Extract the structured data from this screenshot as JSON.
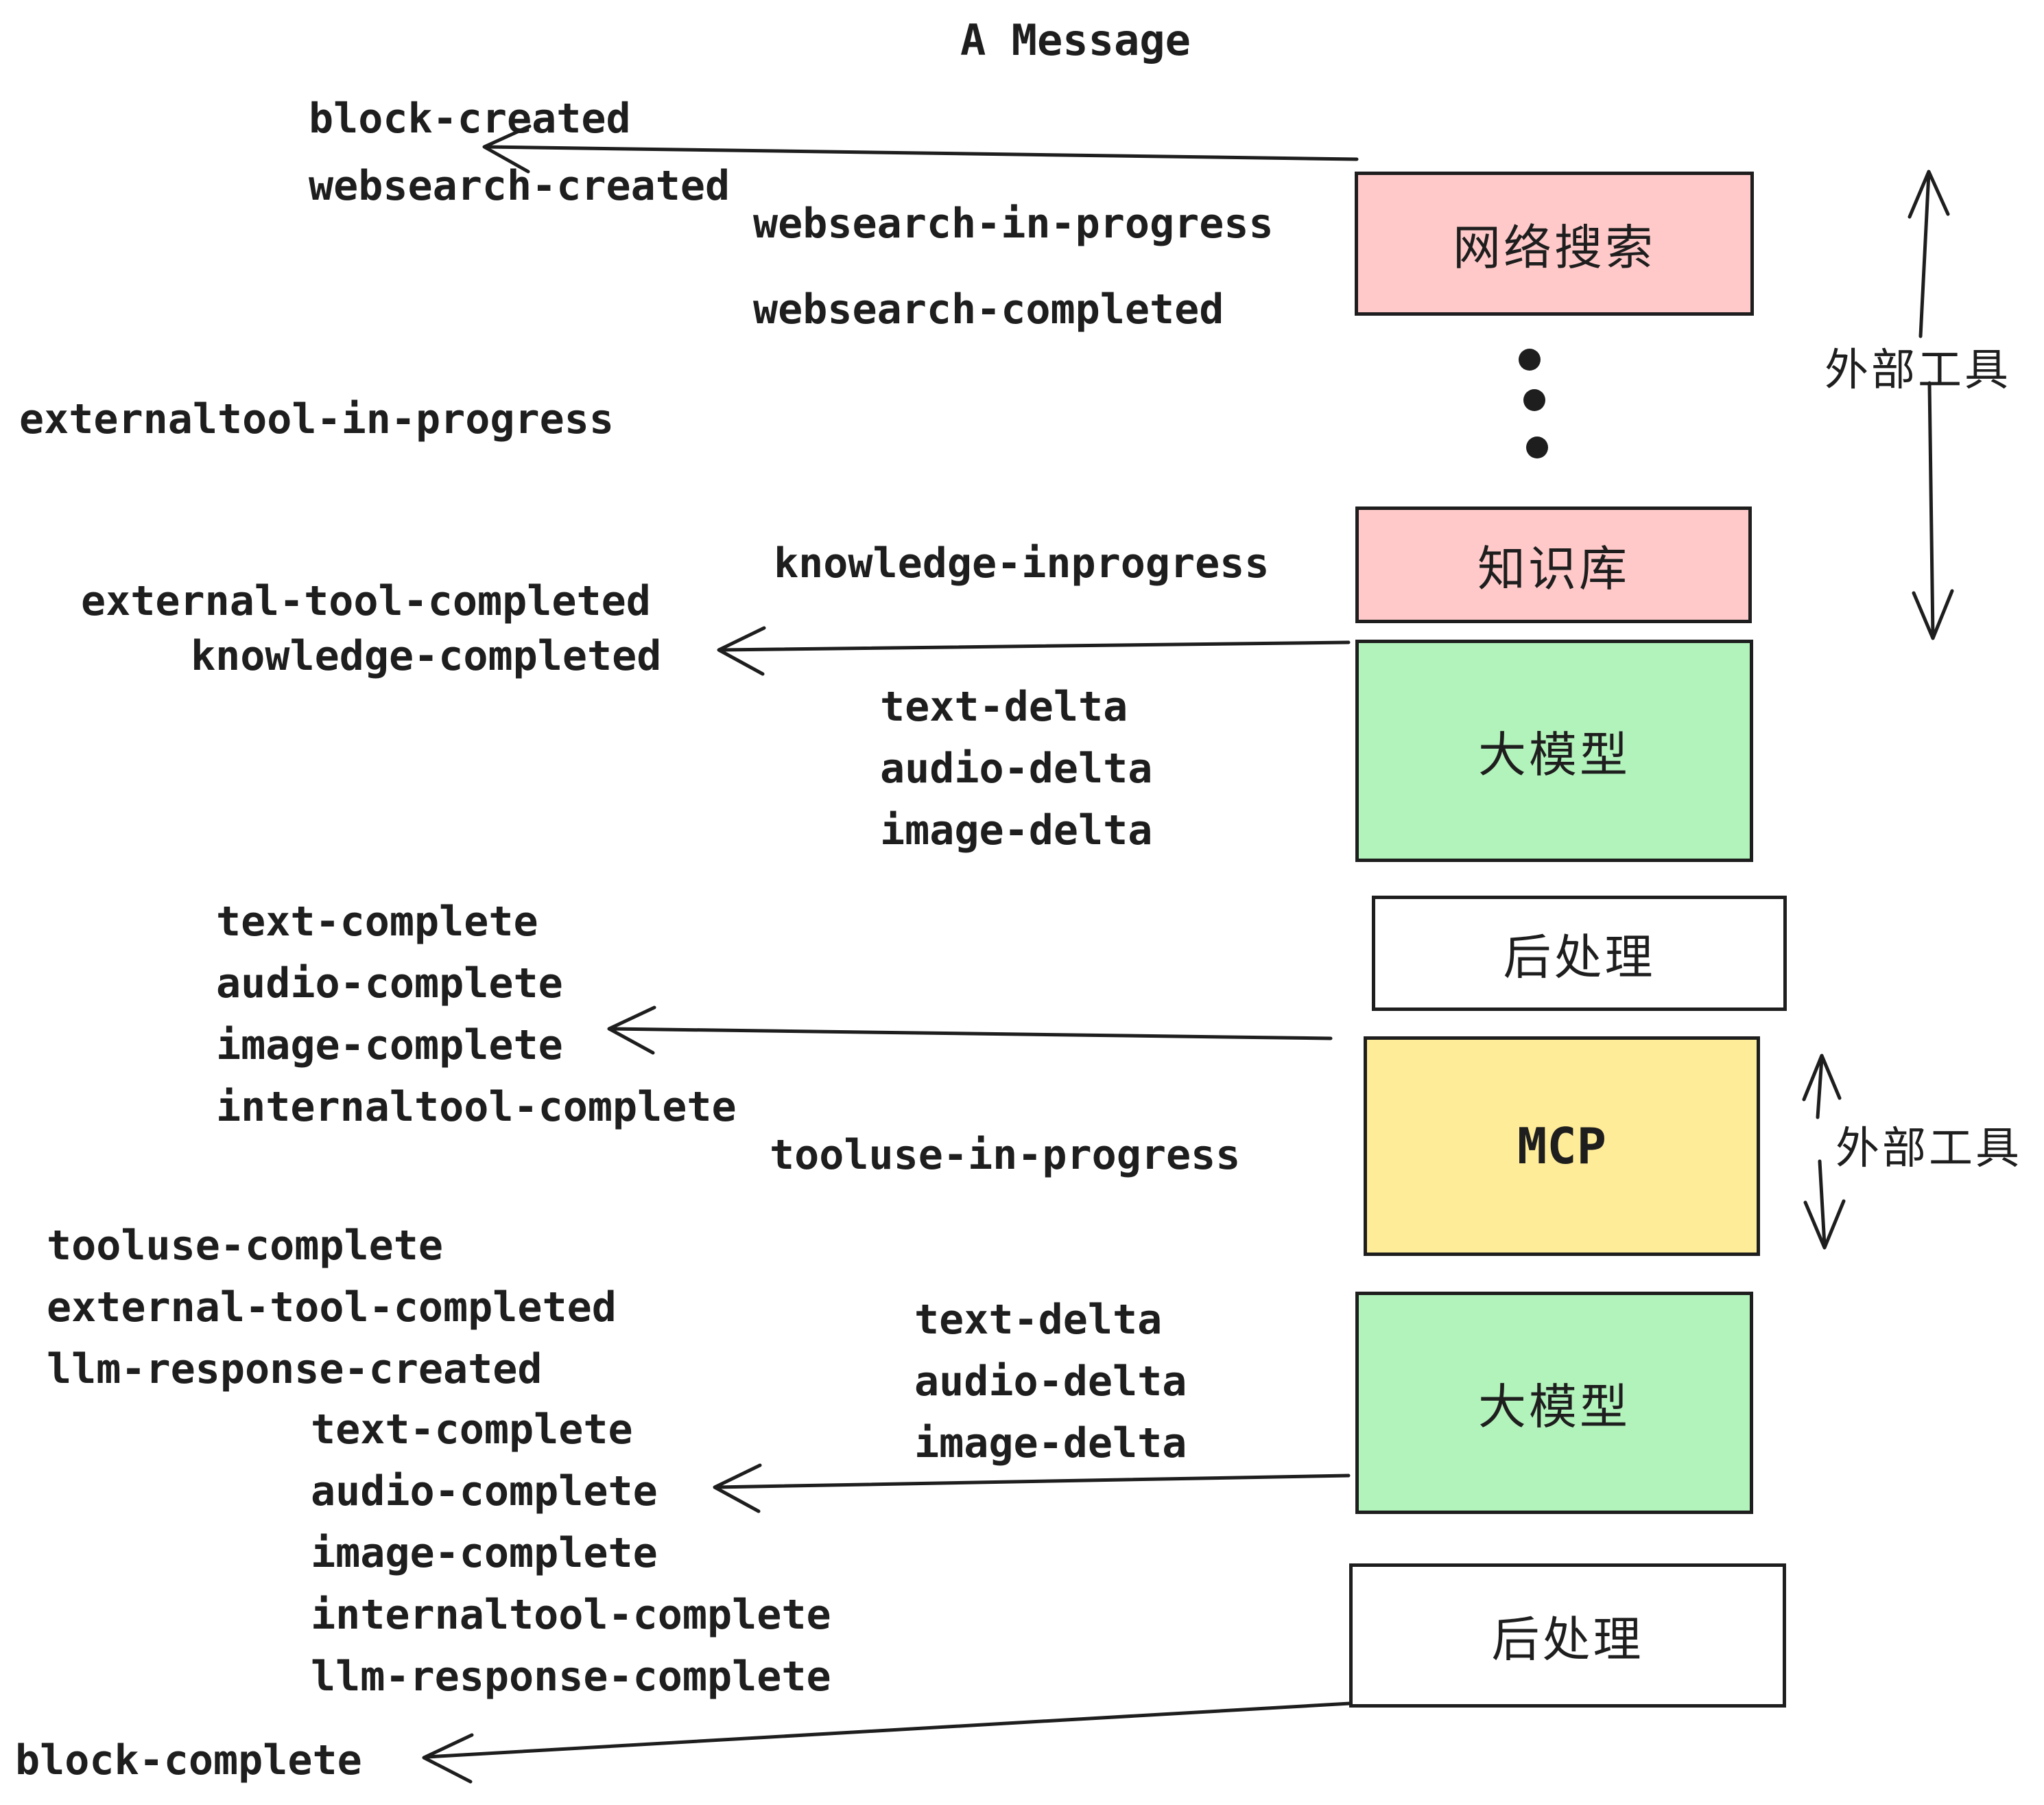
{
  "title": "A Message",
  "colors": {
    "ink": "#1e1e1e",
    "pink": "#ffc9c9",
    "green": "#b2f2bb",
    "yellow": "#ffec99",
    "white": "#ffffff",
    "background": "#ffffff"
  },
  "boxes": {
    "websearch": {
      "label": "网络搜索"
    },
    "knowledge": {
      "label": "知识库"
    },
    "llm1": {
      "label": "大模型"
    },
    "post1": {
      "label": "后处理"
    },
    "mcp": {
      "label": "MCP"
    },
    "llm2": {
      "label": "大模型"
    },
    "post2": {
      "label": "后处理"
    }
  },
  "side_labels": {
    "external_tools_1": "外部工具",
    "external_tools_2": "外部工具"
  },
  "events": {
    "block_created": "block-created",
    "websearch_created": "websearch-created",
    "websearch_in_progress": "websearch-in-progress",
    "websearch_completed": "websearch-completed",
    "externaltool_in_progress": "externaltool-in-progress",
    "knowledge_inprogress": "knowledge-inprogress",
    "external_tool_completed": "external-tool-completed",
    "knowledge_completed": "knowledge-completed",
    "delta_list_1": [
      "text-delta",
      "audio-delta",
      "image-delta"
    ],
    "complete_list_1": [
      "text-complete",
      "audio-complete",
      "image-complete",
      "internaltool-complete"
    ],
    "tooluse_in_progress": "tooluse-in-progress",
    "tooluse_complete": "tooluse-complete",
    "external_tool_completed_2": "external-tool-completed",
    "llm_response_created": "llm-response-created",
    "delta_list_2": [
      "text-delta",
      "audio-delta",
      "image-delta"
    ],
    "complete_list_2": [
      "text-complete",
      "audio-complete",
      "image-complete",
      "internaltool-complete",
      "llm-response-complete"
    ],
    "block_complete": "block-complete"
  }
}
